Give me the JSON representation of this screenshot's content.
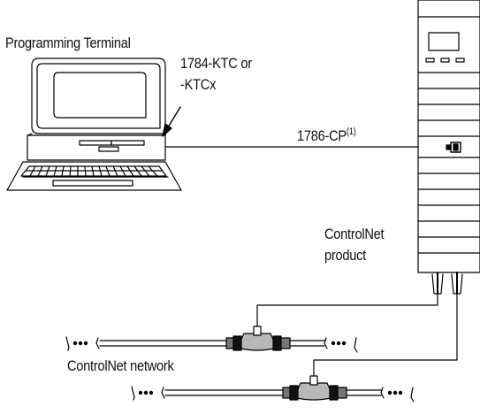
{
  "diagram": {
    "terminal_label": "Programming Terminal",
    "card_label_line1": "1784-KTC or",
    "card_label_line2": "-KTCx",
    "cable_label": "1786-CP",
    "cable_footnote": "(1)",
    "product_label_line1": "ControlNet",
    "product_label_line2": "product",
    "network_label": "ControlNet network",
    "line_color": "#000000",
    "tap_fill": "#b8b8b8"
  }
}
